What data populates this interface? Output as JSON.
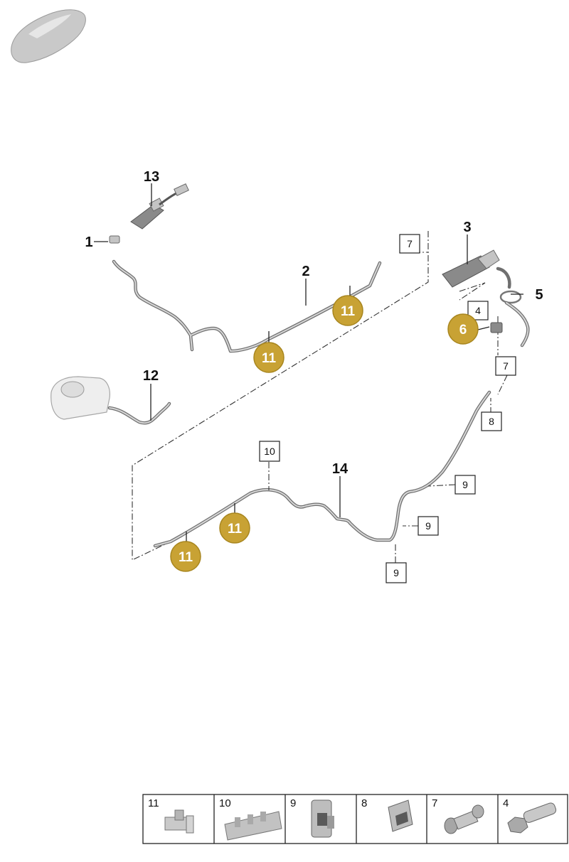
{
  "callouts": [
    {
      "id": "c13",
      "label": "13"
    },
    {
      "id": "c1",
      "label": "1"
    },
    {
      "id": "c2",
      "label": "2"
    },
    {
      "id": "c3",
      "label": "3"
    },
    {
      "id": "c5",
      "label": "5"
    },
    {
      "id": "c12",
      "label": "12"
    },
    {
      "id": "c14",
      "label": "14"
    }
  ],
  "boxed_refs": [
    {
      "id": "b7a",
      "label": "7"
    },
    {
      "id": "b4",
      "label": "4"
    },
    {
      "id": "b7b",
      "label": "7"
    },
    {
      "id": "b8",
      "label": "8"
    },
    {
      "id": "b10",
      "label": "10"
    },
    {
      "id": "b9a",
      "label": "9"
    },
    {
      "id": "b9b",
      "label": "9"
    },
    {
      "id": "b9c",
      "label": "9"
    }
  ],
  "badges": [
    {
      "id": "g11a",
      "label": "11"
    },
    {
      "id": "g11b",
      "label": "11"
    },
    {
      "id": "g6",
      "label": "6"
    },
    {
      "id": "g11c",
      "label": "11"
    },
    {
      "id": "g11d",
      "label": "11"
    }
  ],
  "legend": [
    {
      "label": "11",
      "icon": "clip-icon"
    },
    {
      "label": "10",
      "icon": "multi-clip-icon"
    },
    {
      "label": "9",
      "icon": "bracket-clip-icon"
    },
    {
      "label": "8",
      "icon": "holder-clip-icon"
    },
    {
      "label": "7",
      "icon": "connector-icon"
    },
    {
      "label": "4",
      "icon": "bolt-icon"
    }
  ],
  "colors": {
    "badge": "#c8a234",
    "badge_stroke": "#a8861f",
    "line": "#222222"
  }
}
